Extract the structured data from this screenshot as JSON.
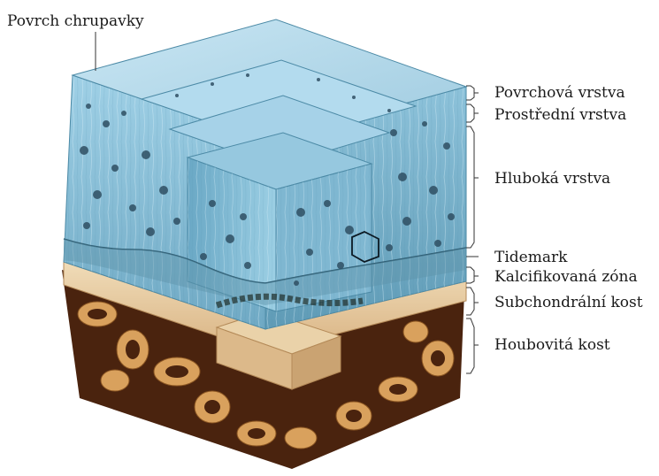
{
  "labels": {
    "surface": "Povrch chrupavky",
    "superficial": "Povrchová vrstva",
    "middle": "Prostřední vrstva",
    "deep": "Hluboká vrstva",
    "tidemark": "Tidemark",
    "calcified": "Kalcifikovaná zóna",
    "subchondral": "Subchondrální kost",
    "cancellous": "Houbovitá kost"
  },
  "colors": {
    "cartilage_light": "#bfe0f0",
    "cartilage": "#8cc4dc",
    "cartilage_dark": "#5e9dbb",
    "calcified": "#6aa1b5",
    "bone_plate": "#e8cfa8",
    "bone_trabecula": "#d9a15d",
    "marrow_dark": "#3a1d0c",
    "chondrocyte": "#2f4f63"
  }
}
